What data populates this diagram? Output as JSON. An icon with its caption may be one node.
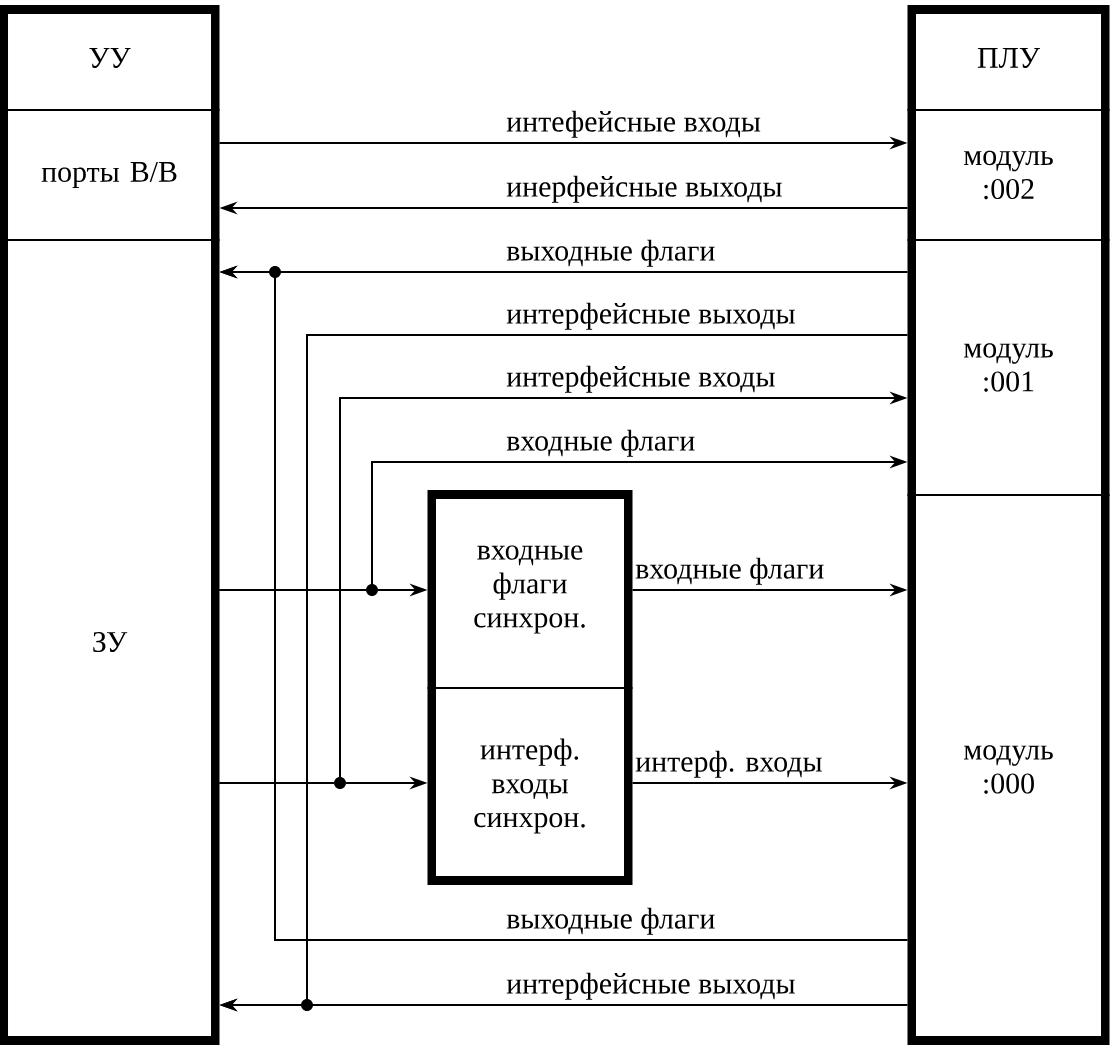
{
  "diagram": {
    "nodes": [
      {
        "text": [],
        "shape": "box"
      },
      {
        "text": [
          "УУ"
        ],
        "in": 0
      },
      {
        "text": [
          "порты В/В"
        ],
        "in": 0
      },
      {
        "text": [
          "ЗУ"
        ],
        "in": 0
      },
      {
        "text": [],
        "shape": "box"
      },
      {
        "text": [
          "ПЛУ"
        ],
        "in": 4
      },
      {
        "text": [
          "модуль :002"
        ],
        "in": 4
      },
      {
        "text": [
          "модуль :001"
        ],
        "in": 4
      },
      {
        "text": [
          "модуль :000"
        ],
        "in": 4
      },
      {
        "text": [],
        "shape": "box"
      },
      {
        "text": [
          "входные флаги синхрон."
        ],
        "in": 9
      },
      {
        "text": [
          "интерф. входы синхрон."
        ],
        "in": 9
      }
    ],
    "edges": [
      {
        "from": 2,
        "to": 6,
        "arrow": "to",
        "label": "интефейсные входы"
      },
      {
        "from": 6,
        "to": 2,
        "arrow": "to",
        "label": "инерфейсные выходы"
      },
      {
        "from": 7,
        "to": 3,
        "arrow": "to",
        "label": "выходные флаги"
      },
      {
        "from": 7,
        "to": 3,
        "arrow": "to",
        "label": "интерфейсные выходы"
      },
      {
        "from": 3,
        "to": 7,
        "arrow": "to",
        "label": "интерфейсные входы"
      },
      {
        "from": 3,
        "to": 7,
        "arrow": "to",
        "label": "входные флаги"
      },
      {
        "from": 3,
        "to": 10,
        "arrow": "to"
      },
      {
        "from": 10,
        "to": 8,
        "arrow": "to",
        "label": "входные флаги"
      },
      {
        "from": 3,
        "to": 11,
        "arrow": "to"
      },
      {
        "from": 11,
        "to": 8,
        "arrow": "to",
        "label": "интерф. входы"
      },
      {
        "from": 8,
        "to": 3,
        "arrow": "to",
        "label": "выходные флаги"
      },
      {
        "from": 8,
        "to": 3,
        "arrow": "to",
        "label": "интерфейсные выходы"
      }
    ]
  }
}
